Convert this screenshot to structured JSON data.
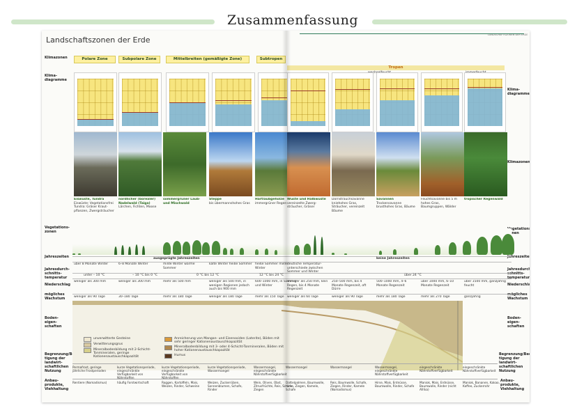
{
  "header": {
    "title": "Zusammenfassung"
  },
  "doc": {
    "title": "Landschaftszonen der Erde",
    "running_head": "LANDSCHAFTSZONEN DER ERDE",
    "left_labels": [
      "Klimazonen",
      "Klima-diagramme",
      "Vegetations-zonen",
      "Jahreszeiten",
      "Jahresdurch-schnitts-temperatur",
      "Niederschlag",
      "mögliches Wachstum",
      "Boden-eigen-schaften",
      "Begrenzung/Beeinträch-tigung der landwirt-schaftlichen Nutzung",
      "Anbau-produkte, Viehhaltung"
    ],
    "right_labels": [
      "Klima-diagramme",
      "Klimazonen",
      "Vegetations-zonen",
      "Jahreszeiten",
      "Jahresdurch-schnitts-temperatur",
      "Niederschlag",
      "mögliches Wachstum",
      "Boden-eigen-schaften",
      "Begrenzung/Beeinträch-tigung der landwirt-schaftlichen Nutzung",
      "Anbau-produkte, Viehhaltung"
    ],
    "zones": [
      "Polare Zone",
      "Subpolare Zone",
      "Mittelbreiten (gemäßigte Zone)",
      "Subtropen",
      "Tropen"
    ],
    "tropen_sub": [
      "wechselfeucht",
      "immerfeucht"
    ],
    "vegetation": [
      {
        "name": "Eiswüste, Tundra",
        "desc": "Eiswüste: Vegetationsfrei Tundra: Gräser Kraut­pflanzen, Zwergsträucher"
      },
      {
        "name": "nördlicher (borealer) Nadelwald (Taiga)",
        "desc": "Lärchen, Fichten, Moose"
      },
      {
        "name": "sommergrüner Laub- und Mischwald",
        "desc": ""
      },
      {
        "name": "Steppe",
        "desc": "bis übermannshohes Gras"
      },
      {
        "name": "Hartlaubgehölze",
        "desc": "immergrüner Regen"
      },
      {
        "name": "Wüste und Halbwüste",
        "desc": "vereinzelte Zwerg­sträucher, Gräser"
      },
      {
        "name": "",
        "desc": "Dornstrauchsavanne kniehohes Gras, Sträucher, vereinzelt Bäume"
      },
      {
        "name": "Savannen",
        "desc": "Trockensavanne brusthohes Gras, Bäume"
      },
      {
        "name": "",
        "desc": "Feuchtsavanne bis 5 m hohes Gras, Baumgruppen, Wälder"
      },
      {
        "name": "tropischer Regenwald",
        "desc": ""
      }
    ],
    "seasons": {
      "left": "ausgeprägte Jahreszeiten",
      "right": "keine Jahreszeiten"
    },
    "temps": [
      "unter – 10 °C",
      "– 10 °C bis 0 °C",
      "0 °C bis 12 °C",
      "12 °C bis 24 °C",
      "über 24 °C"
    ],
    "temp_notes": [
      "über 8 Monate Winter",
      "6–8 Monate Winter",
      "milde Winter warme Sommer",
      "kalte Winter heiße Sommer",
      "heiße Sommer milde Winter",
      "deutliche Temperatur-unterschiede zwischen Sommer und Winter"
    ],
    "rain": [
      "weniger als 300 mm",
      "weniger als 300 mm",
      "mehr als 500 mm",
      "weniger als 500 mm, in wenigen Regionen jedoch auch bis 900 mm",
      "600–1000 mm, in Sommer und Winter",
      "weniger als 250 mm, kein Regen, bis 4 Monate Regenzeit",
      "250–500 mm, bis 4 Monate Regenzeit, oft Dürre",
      "500–1000 mm, 4–6 Monate Regenzeit",
      "über 1000 mm, 6–10 Monate Regenzeit",
      "über 1500 mm, ganzjährig feucht"
    ],
    "growth": [
      "weniger als 90 Tage",
      "30–180 Tage",
      "mehr als 180 Tage",
      "weniger als 180 Tage",
      "mehr als 150 Tage",
      "weniger als 60 Tage",
      "weniger als 90 Tage",
      "mehr als 180 Tage",
      "mehr als 270 Tage",
      "ganzjährig"
    ],
    "soil_legend": [
      "unverwitterte Gesteine",
      "Verwitterungsgrus",
      "Mineralbodenbildung mit 2-Schicht-Tonmineralen, geringe Kationenaustauschkapazität",
      "Anreicherung von Mangan- und Eisenoxiden (Laterite), Böden mit sehr geringer Kationenaustauschkapazität",
      "Mineralbodenbildung mit 3- oder 4-Schicht-Tonmineralen, Böden mit hoher Kationenaustauschkapazität",
      "Humus"
    ],
    "limits": [
      "Permafrost, geringe jährliche Frostperioden",
      "kurze Vegetationsperiode, eingeschränkte Verfügbarkeit von Nährstoffen",
      "kurze Vegetationsperiode, eingeschränkte Verfügbarkeit von Nährstoffen",
      "kurze Vegetationsperiode, Wassermangel",
      "Wassermangel, eingeschränkte Nährstoffverfügbarkeit",
      "Wassermangel",
      "Wassermangel",
      "Wassermangel, eingeschränkte Nährstoffverfügbarkeit",
      "eingeschränkte Nährstoffverfügbarkeit",
      "eingeschränkte Nährstoffverfügbarkeit"
    ],
    "products": [
      "Rentiere (Nomadismus)",
      "häufig Forstwirtschaft",
      "Roggen, Kartoffeln, Mais, Weizen, Rinder, Schweine",
      "Weizen, Zuckerrüben, Sonnenblumen, Schafe, Rinder",
      "Wein, Oliven, Obst, Zitrusfrüchte, Reis, Schafe, Ziegen",
      "Dattelpalmen, Baumwolle, Hirse, Ziegen, Kamele, Schafe",
      "Reis, Baumwolle, Schafe, Ziegen, Rinder, Kamele (Nomadismus)",
      "Hirse, Mais, Erdnüsse, Baumwolle, Rinder, Schafe",
      "Maniok, Mais, Erdnüsse, Baumwolle, Rinder (nicht Afrika)",
      "Maniok, Bananen, Kakao, Kaffee, Zuckerrohr"
    ]
  },
  "colors": {
    "accent_bar": "#cfe6c9",
    "zone_box": "#fdf0a0",
    "climate_bg": "#f7e57f",
    "precip": "#7fb6d9",
    "temp_line": "#9a3b2a",
    "veg_green": "#2a6a20"
  }
}
